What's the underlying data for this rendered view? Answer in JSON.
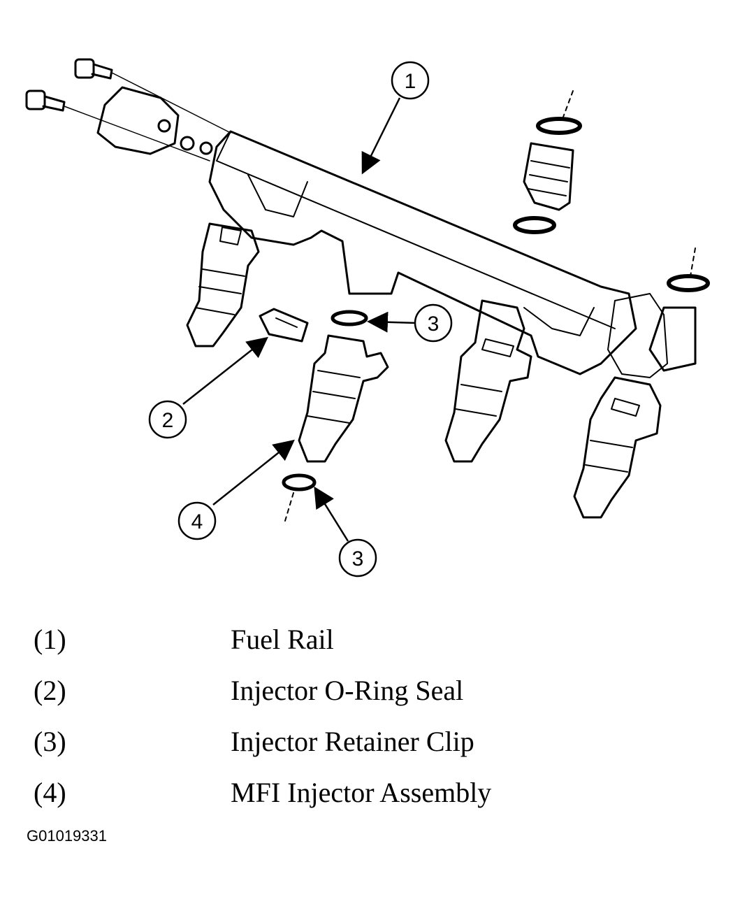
{
  "callouts": {
    "c1": "1",
    "c2": "2",
    "c3a": "3",
    "c3b": "3",
    "c4": "4"
  },
  "legend": [
    {
      "num": "(1)",
      "label": "Fuel Rail"
    },
    {
      "num": "(2)",
      "label": "Injector O-Ring Seal"
    },
    {
      "num": "(3)",
      "label": "Injector Retainer Clip"
    },
    {
      "num": "(4)",
      "label": "MFI Injector Assembly"
    }
  ],
  "figure_id": "G01019331"
}
